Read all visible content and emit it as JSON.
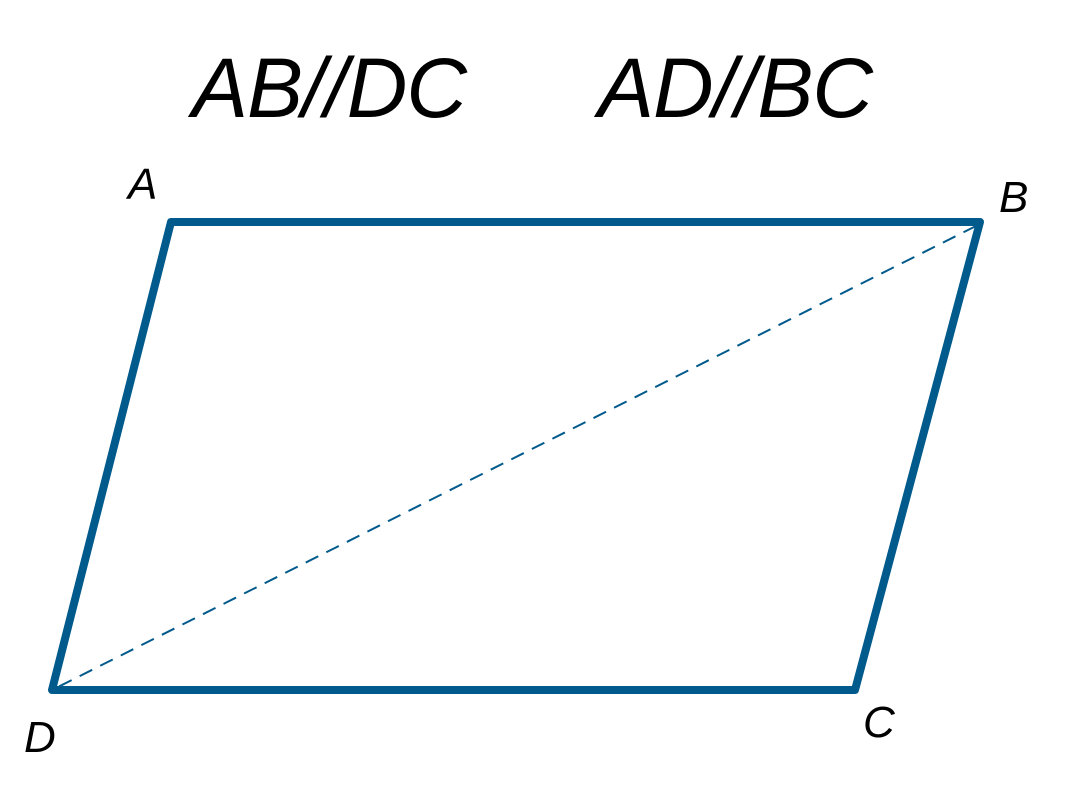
{
  "relations": {
    "parallel_1": "AB//DC",
    "parallel_2": "AD//BC"
  },
  "vertices": {
    "A": "A",
    "B": "B",
    "C": "C",
    "D": "D"
  },
  "colors": {
    "stroke": "#005a8c",
    "text": "#000000",
    "background": "#ffffff"
  }
}
